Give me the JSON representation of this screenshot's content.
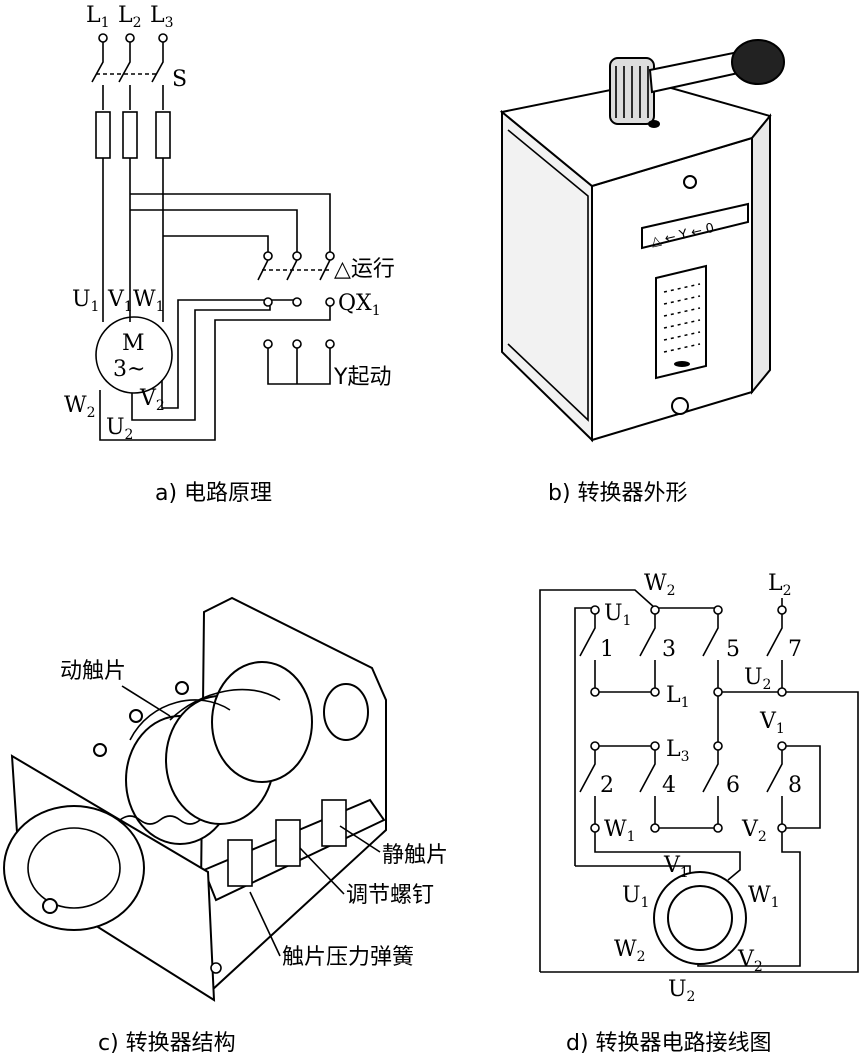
{
  "panel_a": {
    "caption": "a) 电路原理",
    "l1": "L",
    "l1_sub": "1",
    "l2": "L",
    "l2_sub": "2",
    "l3": "L",
    "l3_sub": "3",
    "switch_label": "S",
    "u1": "U",
    "u1_sub": "1",
    "v1": "V",
    "v1_sub": "1",
    "w1": "W",
    "w1_sub": "1",
    "motor_m": "M",
    "motor_phase": "3~",
    "w2": "W",
    "w2_sub": "2",
    "u2": "U",
    "u2_sub": "2",
    "v2": "V",
    "v2_sub": "2",
    "run_label": "△运行",
    "qx": "QX",
    "qx_sub": "1",
    "start_label": "Y起动"
  },
  "panel_b": {
    "caption": "b) 转换器外形",
    "plate_text": "△ ← Y ← 0"
  },
  "panel_c": {
    "caption": "c) 转换器结构",
    "moving_contact": "动触片",
    "static_contact": "静触片",
    "adjust_screw": "调节螺钉",
    "spring": "触片压力弹簧"
  },
  "panel_d": {
    "caption": "d) 转换器电路接线图",
    "w2_top": "W",
    "w2_top_sub": "2",
    "l2_top": "L",
    "l2_top_sub": "2",
    "u1_top": "U",
    "u1_top_sub": "1",
    "c1": "1",
    "c3": "3",
    "c5": "5",
    "c7": "7",
    "l1": "L",
    "l1_sub": "1",
    "u2": "U",
    "u2_sub": "2",
    "v1": "V",
    "v1_sub": "1",
    "l3": "L",
    "l3_sub": "3",
    "c2": "2",
    "c4": "4",
    "c6": "6",
    "c8": "8",
    "w1_b": "W",
    "w1_b_sub": "1",
    "v2_b": "V",
    "v2_b_sub": "2",
    "m_v1": "V",
    "m_v1_sub": "1",
    "m_u1": "U",
    "m_u1_sub": "1",
    "m_w1": "W",
    "m_w1_sub": "1",
    "m_w2": "W",
    "m_w2_sub": "2",
    "m_v2": "V",
    "m_v2_sub": "2",
    "m_u2": "U",
    "m_u2_sub": "2"
  }
}
